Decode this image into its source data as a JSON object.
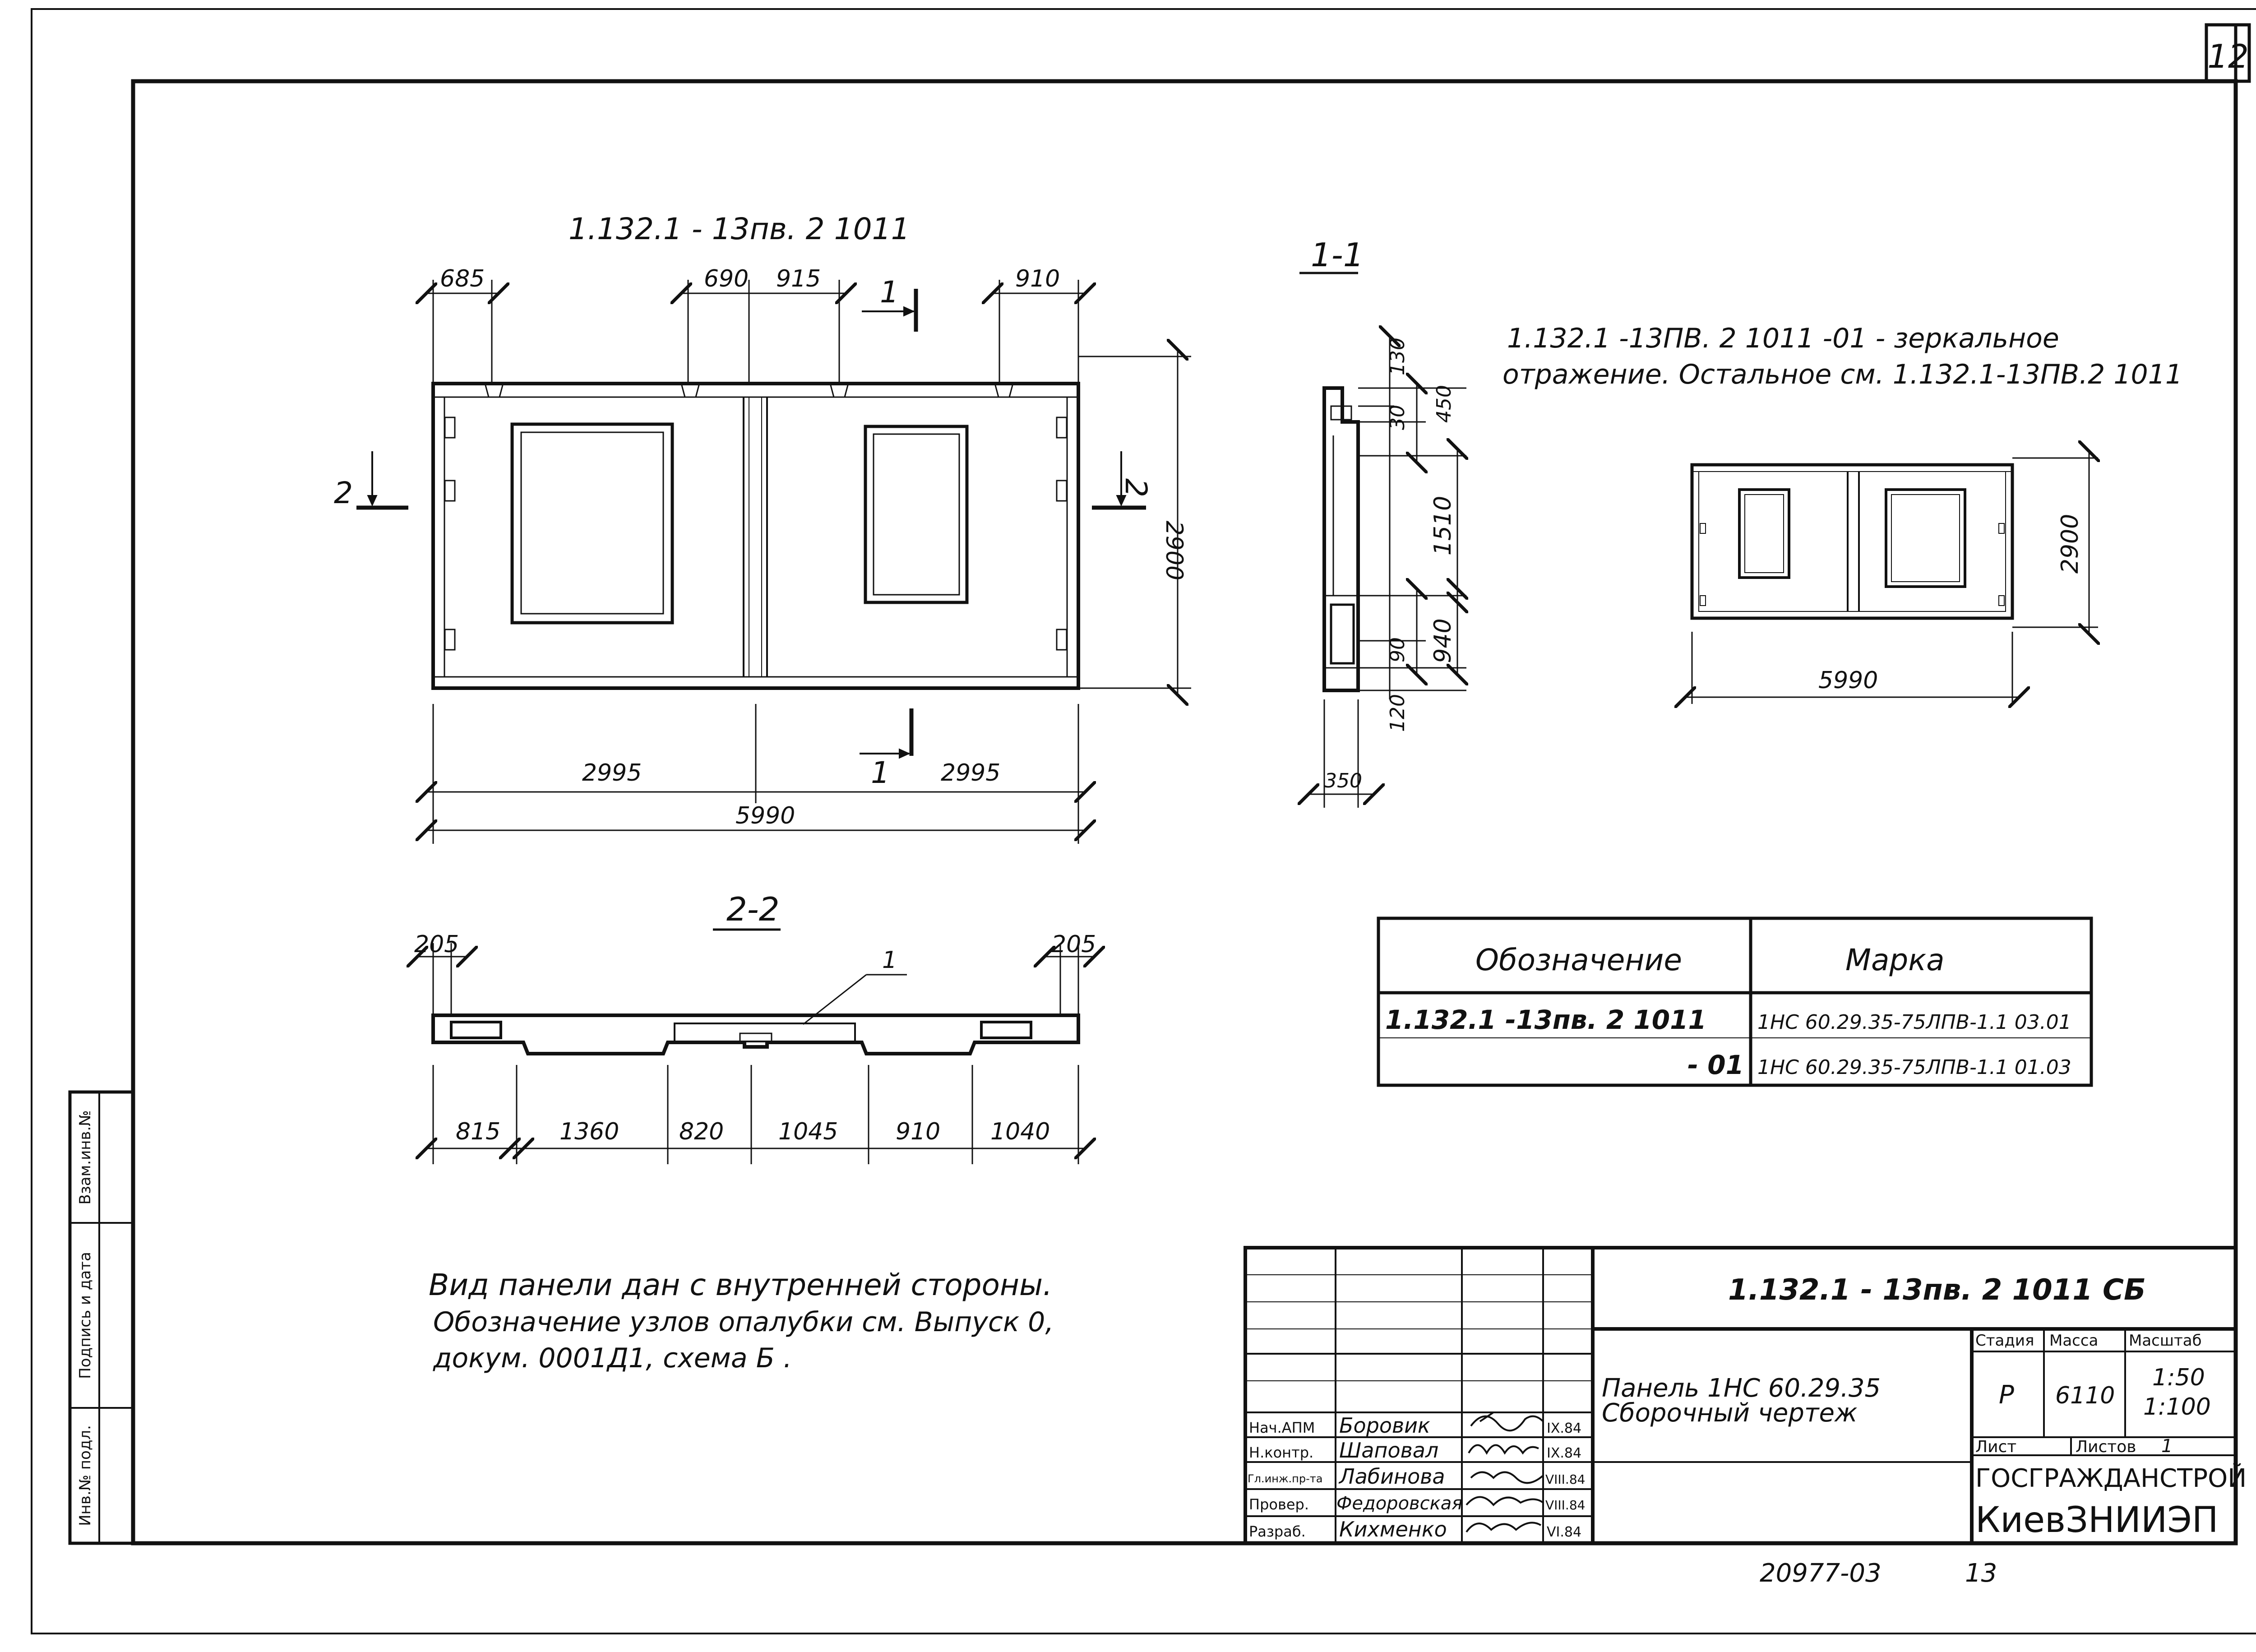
{
  "sheet": {
    "page_number": "12",
    "footer_code": "20977-03",
    "footer_page": "13"
  },
  "main_view": {
    "title": "1.132.1 - 13пв. 2 1011",
    "dim_685": "685",
    "dim_690": "690",
    "dim_915": "915",
    "dim_910": "910",
    "dim_2900": "2900",
    "dim_2995_left": "2995",
    "dim_2995_right": "2995",
    "dim_5990": "5990",
    "cut_1_top": "1",
    "cut_1_bottom": "1",
    "cut_2_left": "2",
    "cut_2_right": "2"
  },
  "section_1_1": {
    "title": "1-1",
    "dim_130": "130",
    "dim_450": "450",
    "dim_30": "30",
    "dim_1510": "1510",
    "dim_90": "90",
    "dim_940": "940",
    "dim_120": "120",
    "dim_350": "350"
  },
  "mirror_view": {
    "note_line1": "1.132.1 -13ПВ. 2 1011 -01  - зеркальное",
    "note_line2": "отражение. Остальное см. 1.132.1-13ПВ.2 1011",
    "dim_2900": "2900",
    "dim_5990": "5990"
  },
  "section_2_2": {
    "title": "2-2",
    "dim_205_left": "205",
    "dim_205_right": "205",
    "leader": "1",
    "dims": [
      "815",
      "1360",
      "820",
      "1045",
      "910",
      "1040"
    ]
  },
  "marks_table": {
    "headers": [
      "Обозначение",
      "Марка"
    ],
    "rows": [
      [
        "1.132.1 -13пв. 2 1011",
        "1НС 60.29.35-75ЛПВ-1.1 03.01"
      ],
      [
        "- 01",
        "1НС 60.29.35-75ЛПВ-1.1 01.03"
      ]
    ]
  },
  "notes": {
    "line1": "Вид панели дан с внутренней стороны.",
    "line2": "Обозначение узлов  опалубки см.  Выпуск 0,",
    "line3": "докум. 0001Д1,  схема Б ."
  },
  "side_stamp": {
    "inv_podl": "Инв.№ подл.",
    "podpis": "Подпись и дата",
    "vzam": "Взам.инв.№"
  },
  "title_block": {
    "code": "1.132.1 - 13пв. 2  1011  СБ",
    "name_line1": "Панель 1НС 60.29.35",
    "name_line2": "Сборочный  чертеж",
    "stage_label": "Стадия",
    "mass_label": "Масса",
    "scale_label": "Масштаб",
    "stage": "Р",
    "mass": "6110",
    "scale1": "1:50",
    "scale2": "1:100",
    "sheet_label": "Лист",
    "sheets_label": "Листов",
    "sheets": "1",
    "org1": "ГОСГРАЖДАНСТРОЙ",
    "org2": "КиевЗНИИЭП",
    "staff": [
      {
        "role": "Нач.АПМ",
        "name": "Боровик",
        "date": "IX.84"
      },
      {
        "role": "Н.контр.",
        "name": "Шаповал",
        "date": "IX.84"
      },
      {
        "role": "Гл.инж.пр-та",
        "name": "Лабинова",
        "date": "VIII.84"
      },
      {
        "role": "Провер.",
        "name": "Федоровская",
        "date": "VIII.84"
      },
      {
        "role": "Разраб.",
        "name": "Кихменко",
        "date": "VI.84"
      }
    ]
  }
}
